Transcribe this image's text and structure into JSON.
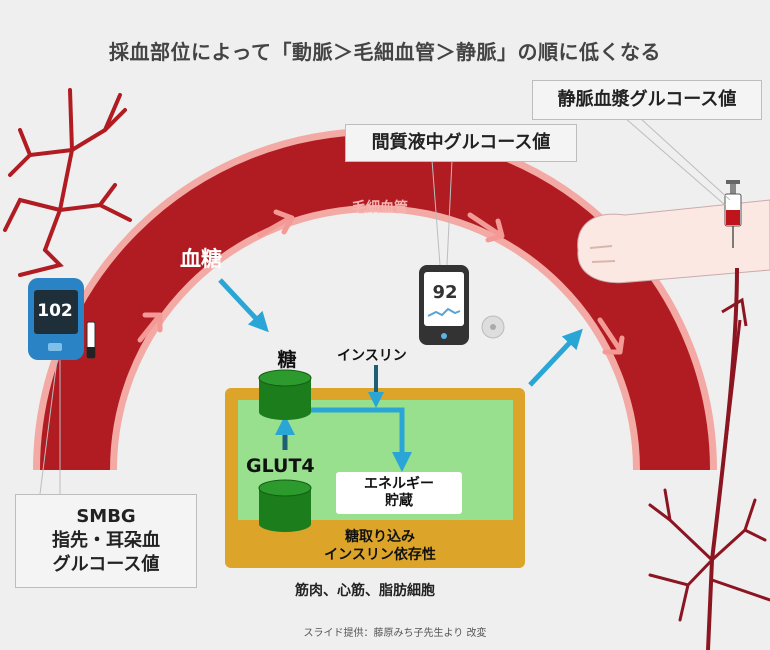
{
  "title": "採血部位によって「動脈＞毛細血管＞静脈」の順に低くなる",
  "labels": {
    "venous_plasma": "静脈血漿グルコース値",
    "interstitial": "間質液中グルコース値",
    "smbg_line1": "SMBG",
    "smbg_line2": "指先・耳朶血",
    "smbg_line3": "グルコース値",
    "capillary": "毛細血管",
    "blood_sugar": "血糖",
    "sugar": "糖",
    "insulin": "インスリン",
    "glut4": "GLUT4",
    "energy_line1": "エネルギー",
    "energy_line2": "貯蔵",
    "uptake_line1": "糖取り込み",
    "uptake_line2": "インスリン依存性",
    "tissue": "筋肉、心筋、脂肪細胞",
    "credit": "スライド提供：藤原みち子先生より 改変"
  },
  "devices": {
    "smbg_reading": "102",
    "cgm_reading": "92"
  },
  "colors": {
    "vessel": "#b01c22",
    "vessel_halo": "#f3a9a4",
    "arrow_blue": "#2aa6d6",
    "cell_outer": "#dca52a",
    "cell_inner": "#98e08e",
    "cylinder": "#1b7d1b",
    "meter_blue": "#2a83c4"
  }
}
